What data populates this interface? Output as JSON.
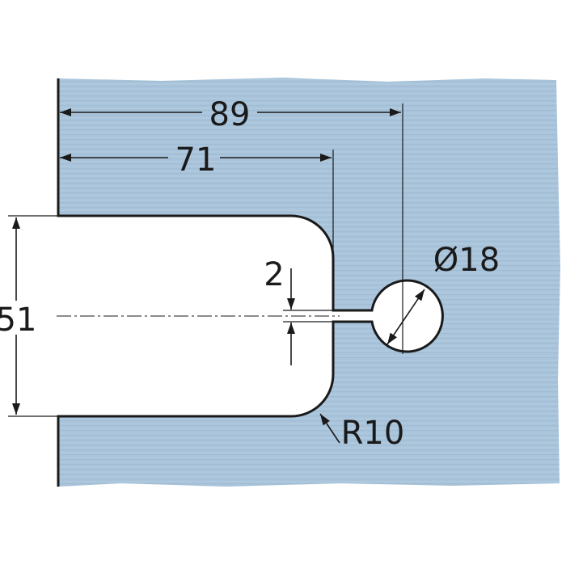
{
  "dimensions": {
    "overall_length": "89",
    "slot_depth": "71",
    "hole_diameter": "Ø18",
    "slot_width": "2",
    "glass_height": "51",
    "corner_radius": "R10"
  },
  "colors": {
    "plate": "#a8c3da",
    "outline": "#1a1a1a",
    "background": "#ffffff"
  }
}
